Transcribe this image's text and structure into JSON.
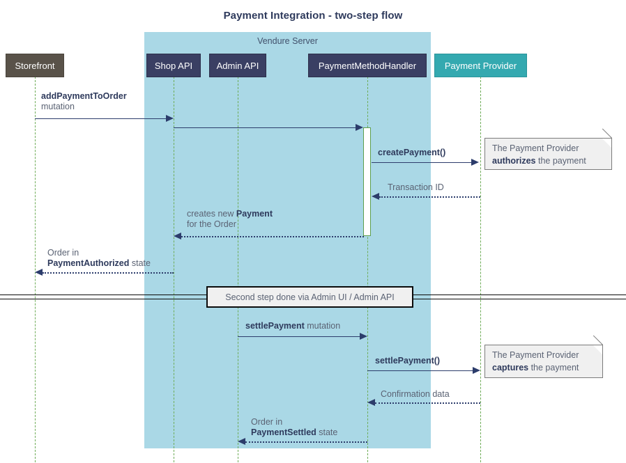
{
  "diagram": {
    "title": "Payment Integration - two-step flow",
    "group": {
      "label": "Vendure Server"
    },
    "participants": [
      {
        "name": "storefront",
        "label": "Storefront",
        "color": "#595249"
      },
      {
        "name": "shop-api",
        "label": "Shop API",
        "color": "#3a3f63"
      },
      {
        "name": "admin-api",
        "label": "Admin API",
        "color": "#3a3f63"
      },
      {
        "name": "payment-method-handler",
        "label": "PaymentMethodHandler",
        "color": "#3a3f63"
      },
      {
        "name": "payment-provider",
        "label": "Payment Provider",
        "color": "#34a9b0"
      }
    ],
    "messages": [
      {
        "name": "add-payment-to-order",
        "from": "storefront",
        "to": "shop-api",
        "bold": "addPaymentToOrder",
        "rest": "",
        "line2": "mutation",
        "style": "solid"
      },
      {
        "name": "shop-to-handler",
        "from": "shop-api",
        "to": "payment-method-handler",
        "bold": "",
        "rest": "",
        "line2": "",
        "style": "solid"
      },
      {
        "name": "create-payment",
        "from": "payment-method-handler",
        "to": "payment-provider",
        "bold": "createPayment()",
        "rest": "",
        "line2": "",
        "style": "solid"
      },
      {
        "name": "transaction-id",
        "from": "payment-provider",
        "to": "payment-method-handler",
        "bold": "",
        "rest": "Transaction ID",
        "line2": "",
        "style": "dotted"
      },
      {
        "name": "creates-new-payment",
        "from": "payment-method-handler",
        "to": "shop-api",
        "bold": "Payment",
        "rest": "creates new ",
        "line2": "for the Order",
        "style": "dotted"
      },
      {
        "name": "order-payment-authorized",
        "from": "shop-api",
        "to": "storefront",
        "bold": "PaymentAuthorized",
        "rest": " state",
        "line2": "Order in",
        "style": "dotted"
      },
      {
        "name": "settle-payment-mutation",
        "from": "admin-api",
        "to": "payment-method-handler",
        "bold": "settlePayment",
        "rest": " mutation",
        "line2": "",
        "style": "solid"
      },
      {
        "name": "settle-payment-call",
        "from": "payment-method-handler",
        "to": "payment-provider",
        "bold": "settlePayment()",
        "rest": "",
        "line2": "",
        "style": "solid"
      },
      {
        "name": "confirmation-data",
        "from": "payment-provider",
        "to": "payment-method-handler",
        "bold": "",
        "rest": "Confirmation data",
        "line2": "",
        "style": "dotted"
      },
      {
        "name": "order-payment-settled",
        "from": "payment-method-handler",
        "to": "admin-api",
        "bold": "PaymentSettled",
        "rest": " state",
        "line2": "Order in",
        "style": "dotted"
      }
    ],
    "labels": {
      "add_payment_bold": "addPaymentToOrder",
      "add_payment_line2": "mutation",
      "create_payment": "createPayment()",
      "transaction_id": "Transaction ID",
      "creates_new_prefix": "creates new ",
      "creates_new_bold": "Payment",
      "creates_new_line2": "for the Order",
      "order_in_1": "Order in",
      "payment_authorized_bold": "PaymentAuthorized",
      "payment_authorized_suffix": " state",
      "settle_payment_mutation_bold": "settlePayment",
      "settle_payment_mutation_suffix": " mutation",
      "settle_payment_call": "settlePayment()",
      "confirmation_data": "Confirmation data",
      "order_in_2": "Order in",
      "payment_settled_bold": "PaymentSettled",
      "payment_settled_suffix": " state"
    },
    "notes": [
      {
        "name": "note-authorizes",
        "line1": "The Payment Provider",
        "bold": "authorizes",
        "line2_suffix": " the payment"
      },
      {
        "name": "note-captures",
        "line1": "The Payment Provider",
        "bold": "captures",
        "line2_suffix": " the payment"
      }
    ],
    "divider": {
      "label": "Second step done via Admin UI / Admin API"
    },
    "colors": {
      "group_fill": "#aad8e6",
      "participant_dark": "#3a3f63",
      "participant_gray": "#595249",
      "participant_teal": "#34a9b0",
      "lifeline": "#6eac57",
      "message": "#2c3c6b",
      "text_muted": "#5a6273",
      "text_strong": "#2e3a5c",
      "note_fill": "#f0f0f0"
    }
  }
}
